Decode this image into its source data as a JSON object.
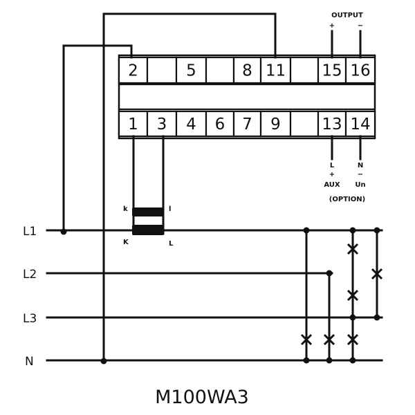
{
  "caption": "M100WA3",
  "terminals_top": [
    "2",
    "",
    "5",
    "",
    "8",
    "11",
    "",
    "15",
    "16"
  ],
  "terminals_bottom": [
    "1",
    "3",
    "4",
    "6",
    "7",
    "9",
    "",
    "13",
    "14"
  ],
  "output": {
    "label": "OUTPUT",
    "plus": "+",
    "minus": "−"
  },
  "aux": {
    "l": "L",
    "plus": "+",
    "aux": "AUX",
    "option": "(OPTION)",
    "n": "N",
    "minus": "−",
    "un": "Un"
  },
  "lines": [
    "L1",
    "L2",
    "L3",
    "N"
  ],
  "ct": {
    "k_small": "k",
    "l_small": "l",
    "k_big": "K",
    "l_big": "L"
  }
}
